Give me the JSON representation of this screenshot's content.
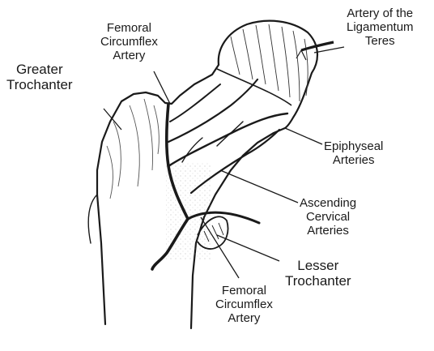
{
  "labels": {
    "femoral_circumflex_top": [
      "Femoral",
      "Circumflex",
      "Artery"
    ],
    "greater_trochanter": [
      "Greater",
      "Trochanter"
    ],
    "artery_ligamentum_teres": [
      "Artery of the",
      "Ligamentum",
      "Teres"
    ],
    "epiphyseal_arteries": [
      "Epiphyseal",
      "Arteries"
    ],
    "ascending_cervical_arteries": [
      "Ascending",
      "Cervical",
      "Arteries"
    ],
    "lesser_trochanter": [
      "Lesser",
      "Trochanter"
    ],
    "femoral_circumflex_bottom": [
      "Femoral",
      "Circumflex",
      "Artery"
    ]
  },
  "colors": {
    "ink": "#1a1a1a",
    "paper": "#ffffff",
    "bone_shade": "#555555"
  }
}
